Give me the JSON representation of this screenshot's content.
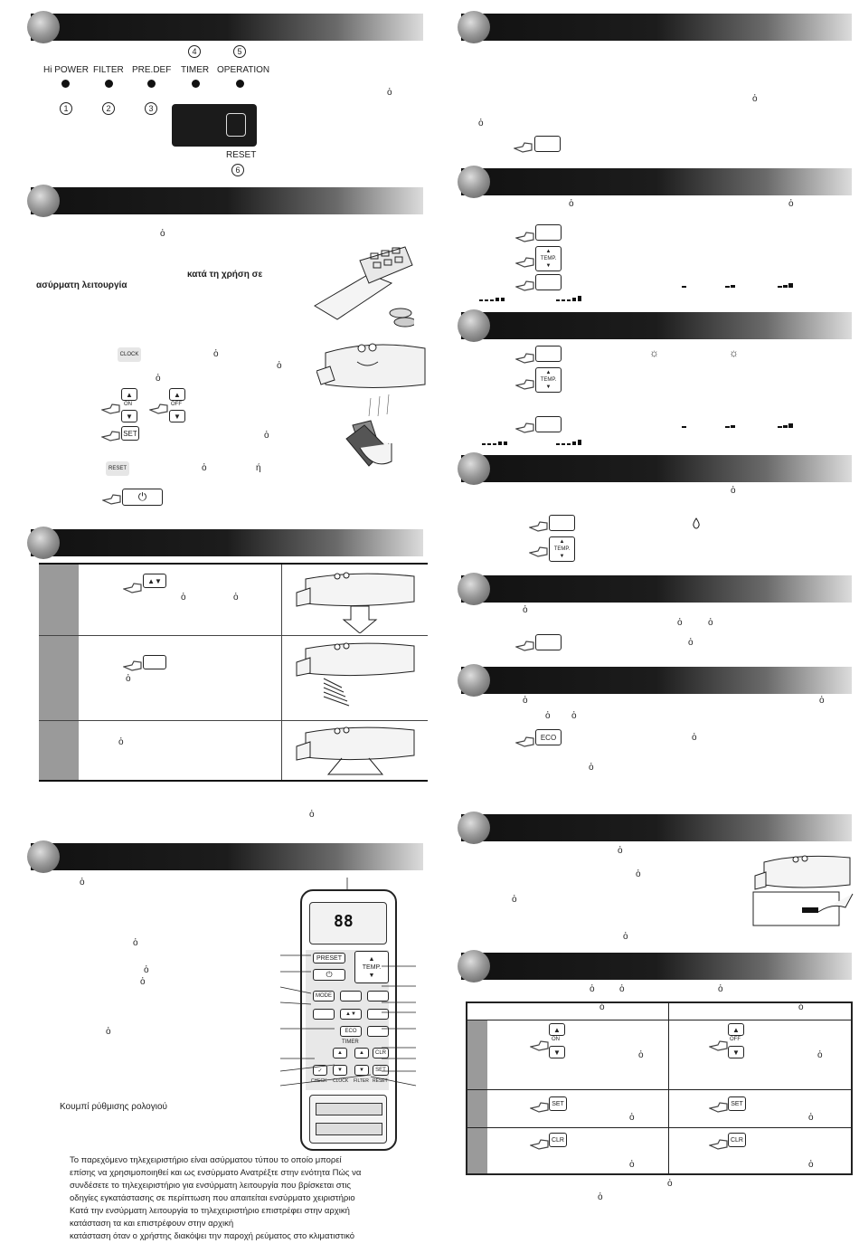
{
  "indicator_panel": {
    "lamps": [
      {
        "label": "Hi POWER",
        "num": "1"
      },
      {
        "label": "FILTER",
        "num": "2"
      },
      {
        "label": "PRE.DEF",
        "num": "3"
      },
      {
        "label": "TIMER",
        "num": "4"
      },
      {
        "label": "OPERATION",
        "num": "5"
      }
    ],
    "reset_label": "RESET",
    "reset_num": "6"
  },
  "remote_section": {
    "bold_line1": "κατά τη χρήση σε",
    "bold_line2": "ασύρματη λειτουργία",
    "clock_label": "CLOCK",
    "reset_label": "RESET",
    "on_label": "ON",
    "off_label": "OFF",
    "set_label": "SET"
  },
  "glyphs": {
    "o": "ὀ",
    "eta": "ή"
  },
  "remote_diagram": {
    "preset": "PRESET",
    "mode": "MODE",
    "temp": "TEMP.",
    "eco": "ECO",
    "timer": "TIMER",
    "on": "ON",
    "off": "OFF",
    "clr": "CLR",
    "set": "SET",
    "check": "CHECK",
    "clock": "CLOCK",
    "filter": "FILTER",
    "reset": "RESET",
    "display_digits": "88"
  },
  "clock_button_caption": "Κουμπί ρύθμισης ρολογιού",
  "wireless_note": [
    "Το παρεχόμενο τηλεχειριστήριο είναι ασύρματου τύπου  το οποίο μπορεί",
    "επίσης να χρησιμοποιηθεί και ως ενσύρματο  Ανατρέξτε στην ενότητα  Πώς να",
    "συνδέσετε το τηλεχειριστήριο για ενσύρματη λειτουργία    που βρίσκεται στις",
    "οδηγίες εγκατάστασης  σε περίπτωση που απαιτείται ενσύρματο χειριστήριο",
    "Κατά την ενσύρματη λειτουργία  το τηλεχειριστήριο επιστρέφει στην αρχική",
    "κατάσταση  τα                         και                 επιστρέφουν στην αρχική",
    "κατάσταση  όταν ο χρήστης διακόψει την παροχή ρεύματος στο κλιματιστικό"
  ],
  "temp_label": "TEMP.",
  "eco_label": "ECO",
  "timer_table": {
    "on_label": "ON",
    "off_label": "OFF",
    "set_label": "SET",
    "clr_label": "CLR"
  }
}
